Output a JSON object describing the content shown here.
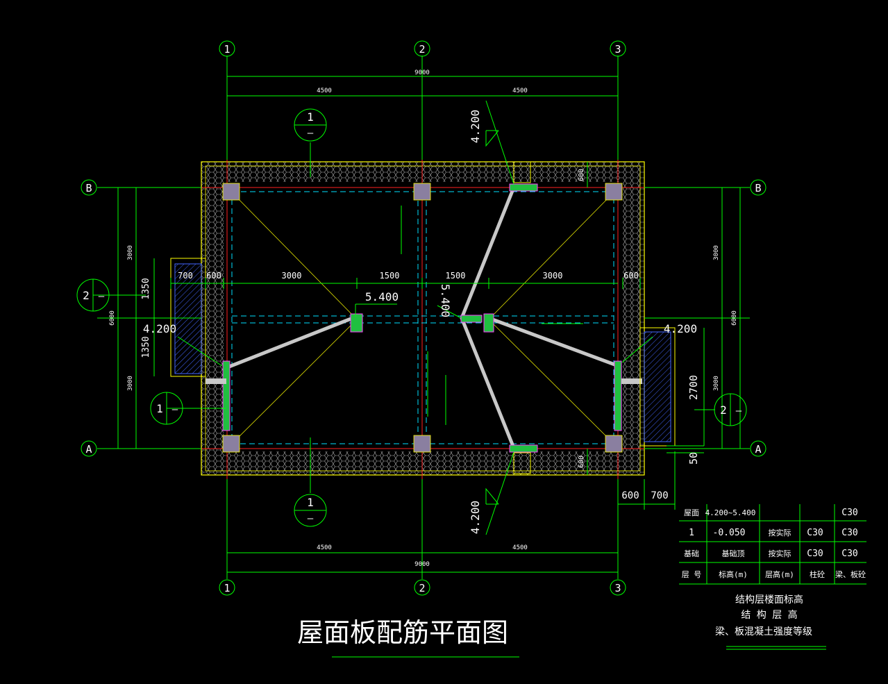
{
  "axes": {
    "top": [
      "1",
      "2",
      "3"
    ],
    "bottom": [
      "1",
      "2",
      "3"
    ],
    "left": [
      "B",
      "A"
    ],
    "right": [
      "B",
      "A"
    ]
  },
  "dims": {
    "top_total": "9000",
    "top_left": "4500",
    "top_right": "4500",
    "bottom_total": "9000",
    "bottom_left": "4500",
    "bottom_right": "4500",
    "left_total": "6000",
    "left_upper": "3000",
    "left_lower": "3000",
    "left_1350_a": "1350",
    "left_1350_b": "1350",
    "right_total": "6000",
    "right_upper": "3000",
    "right_lower": "3000",
    "right_2700": "2700",
    "right_50": "50",
    "bottom_600": "600",
    "bottom_700": "700",
    "top_600": "600",
    "bottom_600_v": "600",
    "inner": [
      "700",
      "600",
      "3000",
      "1500",
      "1500",
      "3000",
      "600"
    ]
  },
  "elevations": {
    "ridge_left": "5.400",
    "ridge_center": "5.400",
    "top": "4.200",
    "bottom": "4.200",
    "left": "4.200",
    "right": "4.200"
  },
  "sections": {
    "top": {
      "num": "1",
      "sub": "—"
    },
    "bottom": {
      "num": "1",
      "sub": "—"
    },
    "left_upper": {
      "num": "2",
      "sub": "—"
    },
    "left_lower": {
      "num": "1",
      "sub": "—"
    },
    "right": {
      "num": "2",
      "sub": "—"
    }
  },
  "table": {
    "rows": [
      [
        "屋面",
        "4.200~5.400",
        "",
        "",
        "C30"
      ],
      [
        "1",
        "-0.050",
        "按实际",
        "C30",
        "C30"
      ],
      [
        "基础",
        "基础顶",
        "按实际",
        "C30",
        "C30"
      ],
      [
        "层 号",
        "标高(m)",
        "层高(m)",
        "柱砼",
        "梁、板砼"
      ]
    ],
    "caption": [
      "结构层楼面标高",
      "结 构 层 高",
      "梁、板混凝土强度等级"
    ]
  },
  "title": "屋面板配筋平面图",
  "colors": {
    "background": "#000000",
    "dimension": "#00ff00",
    "wall": "#ffff00",
    "axis_line": "#ff0000",
    "beam": "#00ffff",
    "column": "#8a7fa0",
    "ridge": "#c8c8c8"
  }
}
